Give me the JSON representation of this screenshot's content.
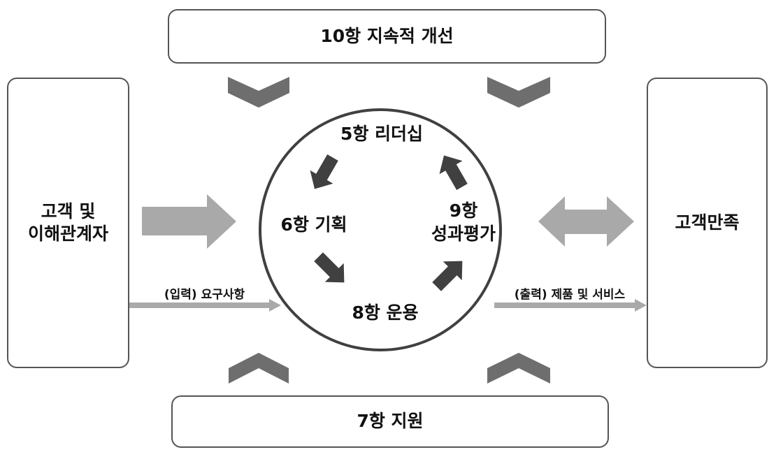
{
  "boxes": {
    "improvement": "10항 지속적 개선",
    "support": "7항 지원",
    "customer_in": "고객 및\n이해관계자",
    "customer_out": "고객만족"
  },
  "cycle": {
    "leadership": "5항 리더십",
    "planning": "6항 기획",
    "operation": "8항 운용",
    "evaluation": "9항\n성과평가"
  },
  "flows": {
    "input_label": "(입력) 요구사항",
    "output_label": "(출력) 제품 및 서비스"
  },
  "colors": {
    "border": "#555555",
    "chevron": "#6e6e6e",
    "cycle_arrow": "#404040",
    "big_arrow": "#a9a9a9",
    "thin_arrow": "#a9a9a9"
  }
}
